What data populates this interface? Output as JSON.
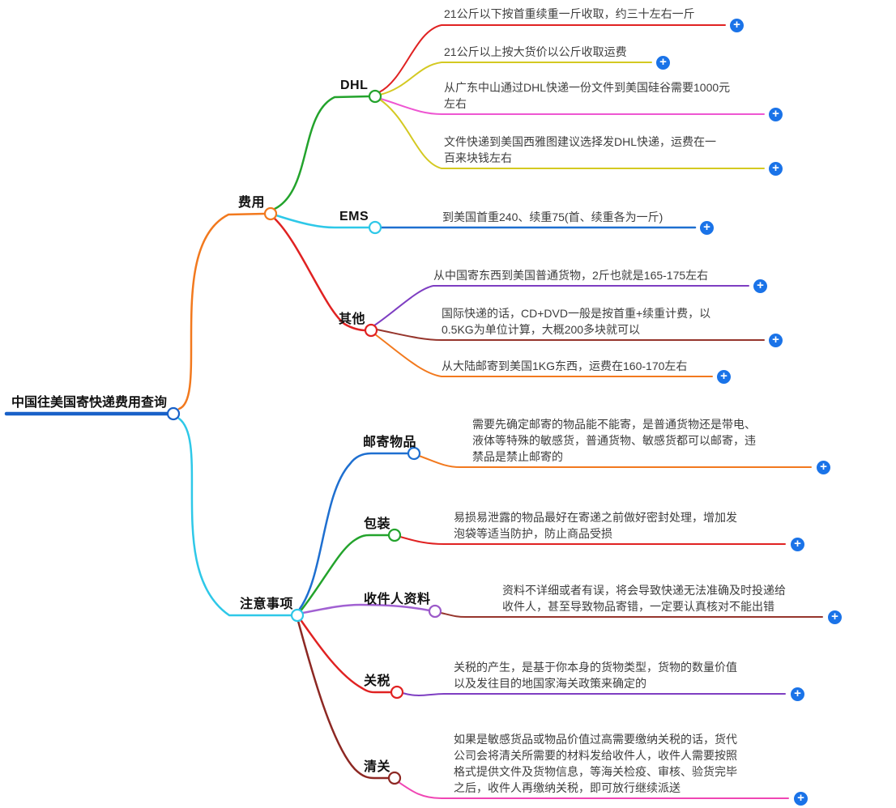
{
  "icons": {
    "plus": "+"
  },
  "colors": {
    "root_blue": "#1961c8",
    "plus_button_blue": "#1a73e8",
    "orange": "#f2791e",
    "cyan": "#2ec8e8",
    "green": "#23a32c",
    "red": "#e02222",
    "yellow": "#d4c922",
    "magenta": "#ee56d2",
    "pink": "#f046b4",
    "purple": "#7e3ec2",
    "light_purple": "#a161d2",
    "brown": "#96352c",
    "dark_brown": "#8d2823",
    "ems_leaf_blue": "#1e6fd0"
  },
  "mindmap": {
    "root": {
      "label": "中国往美国寄快递费用查询"
    },
    "branches": [
      {
        "label": "费用",
        "color": "#f2791e",
        "children": [
          {
            "label": "DHL",
            "color": "#23a32c",
            "leaves": [
              {
                "text": "21公斤以下按首重续重一斤收取，约三十左右一斤",
                "color": "#e02222"
              },
              {
                "text": "21公斤以上按大货价以公斤收取运费",
                "color": "#d4c922"
              },
              {
                "text": "从广东中山通过DHL快递一份文件到美国硅谷需要1000元左右",
                "color": "#ee56d2"
              },
              {
                "text": "文件快递到美国西雅图建议选择发DHL快递，运费在一百来块钱左右",
                "color": "#d4c922"
              }
            ]
          },
          {
            "label": "EMS",
            "color": "#2ec8e8",
            "leaves": [
              {
                "text": "到美国首重240、续重75(首、续重各为一斤)",
                "color": "#1e6fd0"
              }
            ]
          },
          {
            "label": "其他",
            "color": "#e02222",
            "leaves": [
              {
                "text": "从中国寄东西到美国普通货物，2斤也就是165-175左右",
                "color": "#7e3ec2"
              },
              {
                "text": "国际快递的话，CD+DVD一般是按首重+续重计费，以0.5KG为单位计算，大概200多块就可以",
                "color": "#96352c"
              },
              {
                "text": "从大陆邮寄到美国1KG东西，运费在160-170左右",
                "color": "#f2791e"
              }
            ]
          }
        ]
      },
      {
        "label": "注意事项",
        "color": "#2ec8e8",
        "children": [
          {
            "label": "邮寄物品",
            "color": "#1e6fd0",
            "leaves": [
              {
                "text": "需要先确定邮寄的物品能不能寄，是普通货物还是带电、液体等特殊的敏感货，普通货物、敏感货都可以邮寄，违禁品是禁止邮寄的",
                "color": "#f2791e"
              }
            ]
          },
          {
            "label": "包装",
            "color": "#23a32c",
            "leaves": [
              {
                "text": "易损易泄露的物品最好在寄递之前做好密封处理，增加发泡袋等适当防护，防止商品受损",
                "color": "#e02222"
              }
            ]
          },
          {
            "label": "收件人资料",
            "color": "#a161d2",
            "leaves": [
              {
                "text": "资料不详细或者有误，将会导致快递无法准确及时投递给收件人，甚至导致物品寄错，一定要认真核对不能出错",
                "color": "#96352c"
              }
            ]
          },
          {
            "label": "关税",
            "color": "#e02222",
            "leaves": [
              {
                "text": "关税的产生，是基于你本身的货物类型，货物的数量价值以及发往目的地国家海关政策来确定的",
                "color": "#7e3ec2"
              }
            ]
          },
          {
            "label": "清关",
            "color": "#8d2823",
            "leaves": [
              {
                "text": "如果是敏感货品或物品价值过高需要缴纳关税的话，货代公司会将清关所需要的材料发给收件人，收件人需要按照格式提供文件及货物信息，等海关检疫、审核、验货完毕之后，收件人再缴纳关税，即可放行继续派送",
                "color": "#f046b4"
              }
            ]
          }
        ]
      }
    ]
  }
}
